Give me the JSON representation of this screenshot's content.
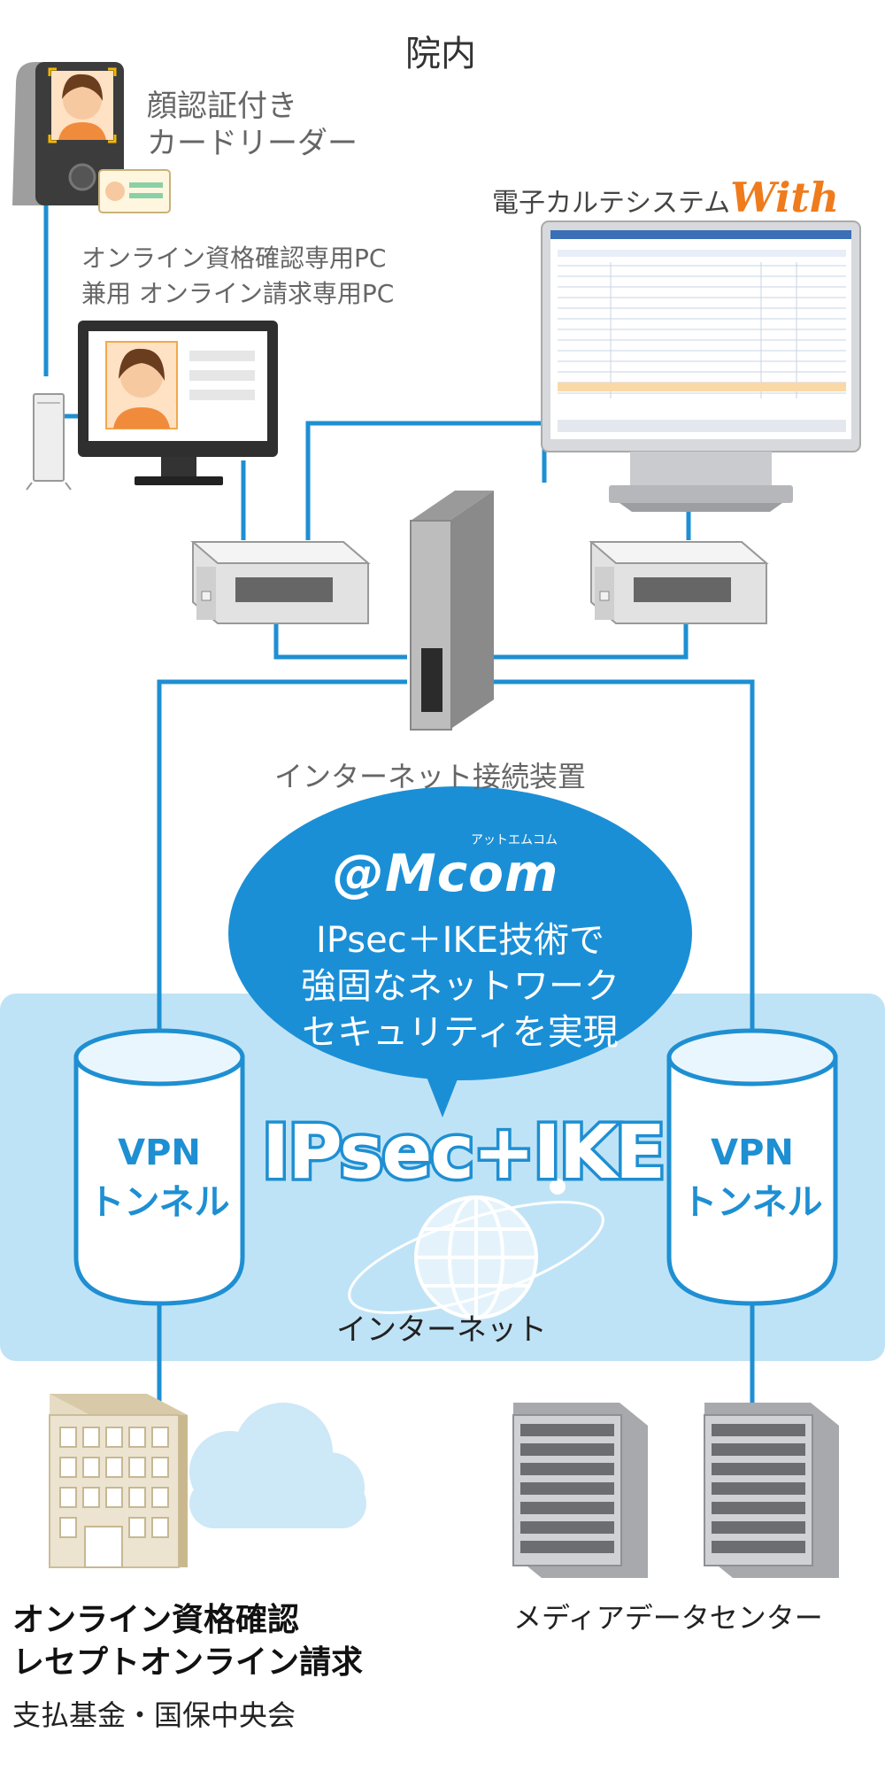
{
  "location_title": "院内",
  "devices": {
    "face_reader": {
      "line1": "顔認証付き",
      "line2": "カードリーダー"
    },
    "qualification_pc": {
      "line1": "オンライン資格確認専用PC",
      "line2": "兼用 オンライン請求専用PC"
    },
    "emr": {
      "label": "電子カルテシステム",
      "brand": "With"
    },
    "internet_device": "インターネット接続装置"
  },
  "bubble": {
    "logo": "@Mcom",
    "logo_kana": "アットエムコム",
    "line1": "IPsec＋IKE技術で",
    "line2": "強固なネットワーク",
    "line3": "セキュリティを実現"
  },
  "protocol_label": "IPsec+IKE",
  "tunnel_left": {
    "line1": "VPN",
    "line2": "トンネル"
  },
  "tunnel_right": {
    "line1": "VPN",
    "line2": "トンネル"
  },
  "internet_label": "インターネット",
  "destinations": {
    "left": {
      "line1": "オンライン資格確認",
      "line2": "レセプトオンライン請求",
      "line3": "支払基金・国保中央会"
    },
    "right": {
      "label": "メディアデータセンター"
    }
  },
  "colors": {
    "line_blue": "#1e8fd2",
    "band_blue": "#bfe3f6",
    "bubble_blue": "#1b8fd6",
    "brand_orange": "#ef7b1c"
  }
}
